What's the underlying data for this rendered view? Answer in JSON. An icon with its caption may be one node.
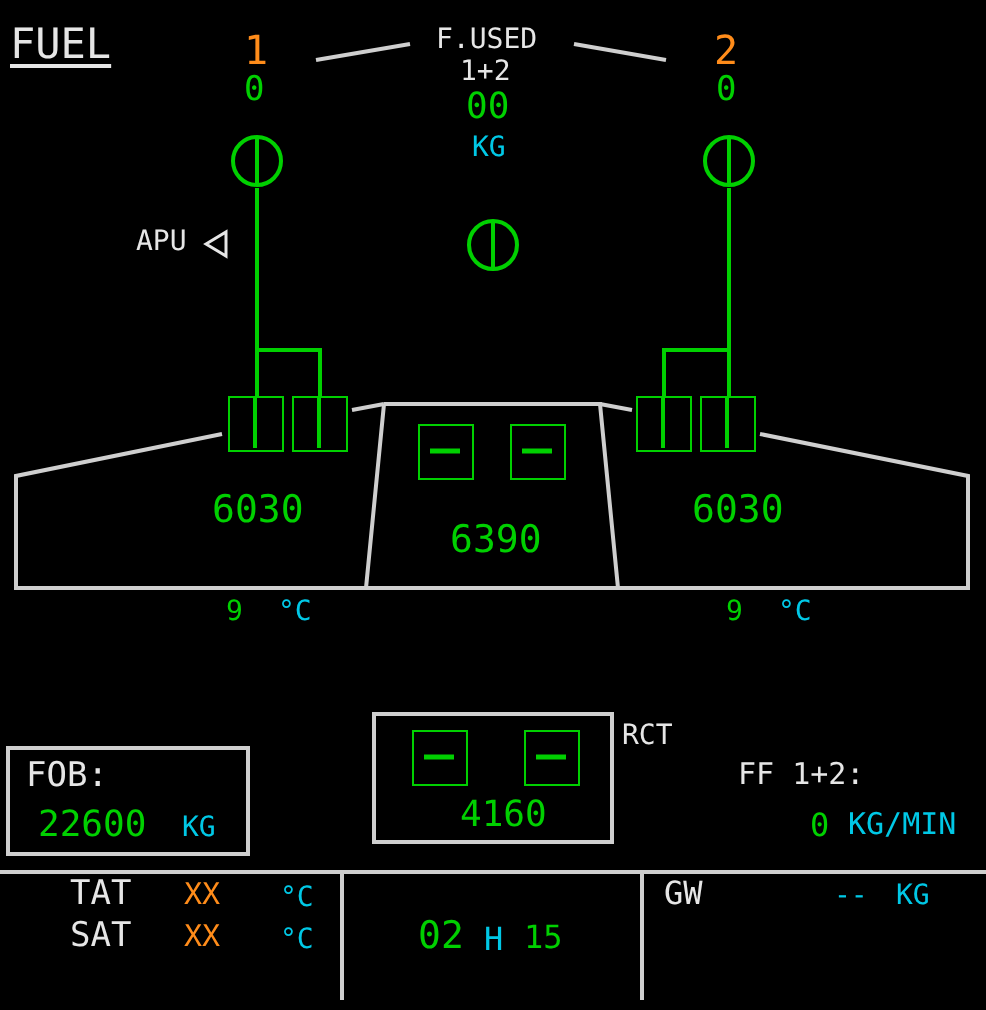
{
  "diagram": {
    "nodes": [
      {
        "text": [
          "6030"
        ],
        "beside": [
          "9",
          "°C"
        ]
      },
      {
        "text": [
          "6390"
        ]
      },
      {
        "text": [
          "6030"
        ],
        "beside": [
          "9",
          "°C"
        ]
      },
      {
        "text": [],
        "shape": "box"
      },
      {
        "text": [],
        "shape": "box"
      },
      {
        "text": [],
        "shape": "box",
        "in": 1
      },
      {
        "text": [],
        "shape": "box",
        "in": 1
      },
      {
        "text": [],
        "shape": "box"
      },
      {
        "text": [],
        "shape": "box"
      },
      {
        "text": [],
        "shape": "circle"
      },
      {
        "text": [],
        "shape": "circle"
      },
      {
        "text": [],
        "shape": "circle"
      },
      {
        "text": [
          "FOB:",
          "22600",
          "KG"
        ]
      },
      {
        "text": [
          "4160"
        ]
      },
      {
        "text": [],
        "shape": "box",
        "in": 13
      },
      {
        "text": [],
        "shape": "box",
        "in": 13
      }
    ],
    "edges": [
      {
        "from": 9,
        "to": 3,
        "arrow": "none"
      },
      {
        "from": 9,
        "to": 4,
        "arrow": "none"
      },
      {
        "from": 11,
        "to": 8,
        "arrow": "none"
      },
      {
        "from": 11,
        "to": 7,
        "arrow": "none"
      }
    ],
    "labels": [
      "FUEL",
      "1",
      "0",
      "F.USED",
      "1+2",
      "00",
      "KG",
      "2",
      "0",
      "APU",
      "RCT",
      "FF 1+2:",
      "0",
      "KG/MIN",
      "TAT",
      "XX",
      "°C",
      "SAT",
      "XX",
      "°C",
      "02",
      "H",
      "15",
      "GW",
      "--",
      "KG"
    ]
  }
}
